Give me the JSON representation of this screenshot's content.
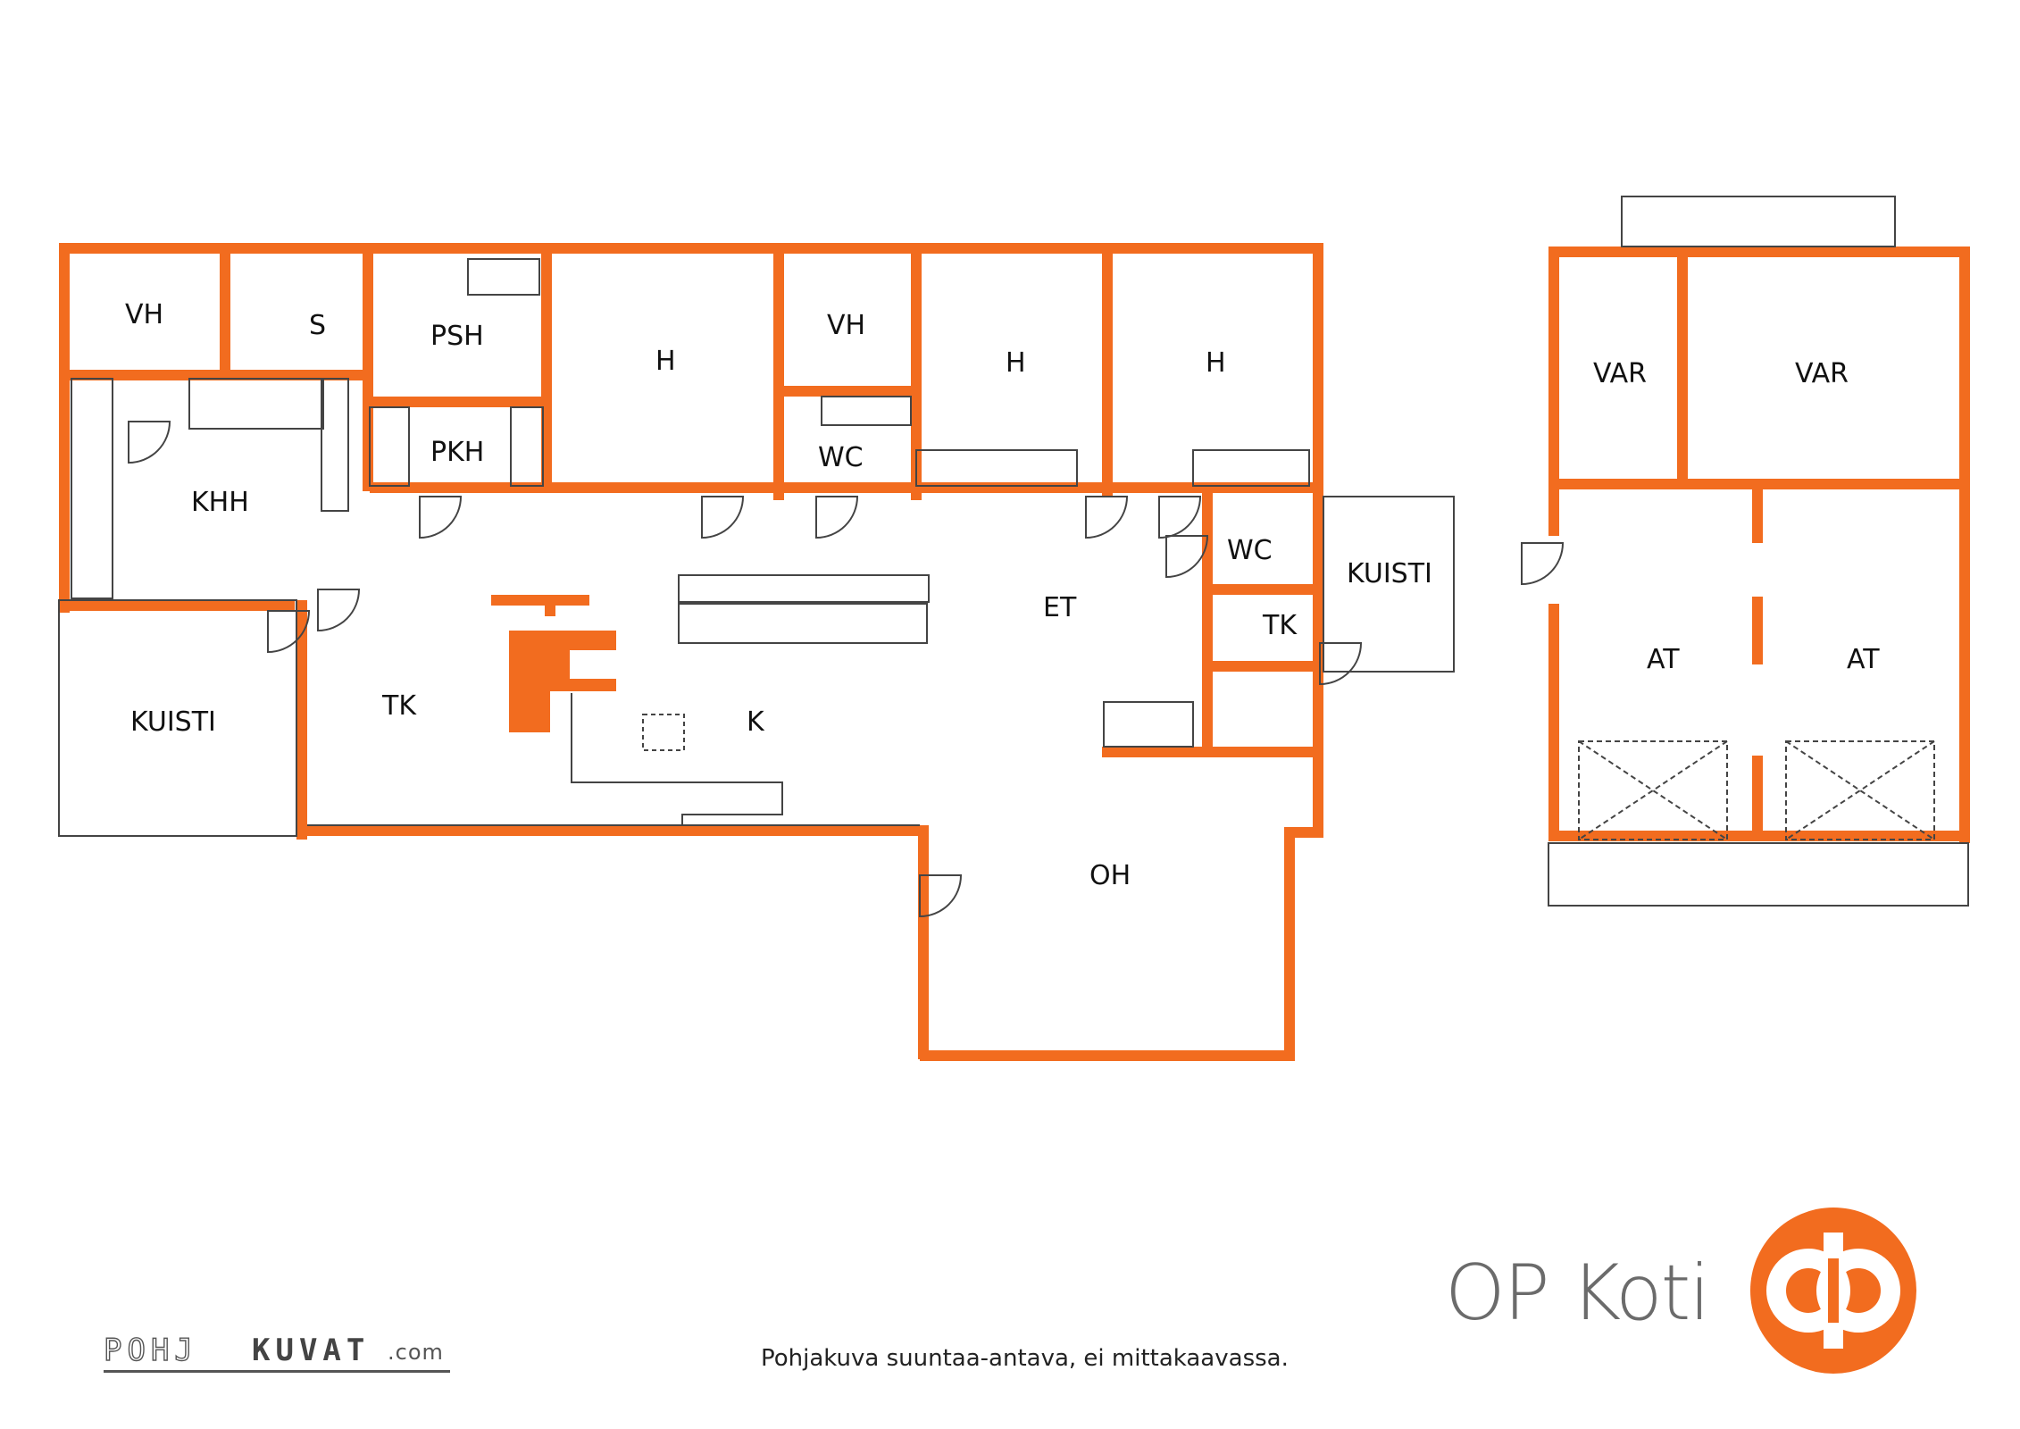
{
  "colors": {
    "wall": "#f26c1f",
    "line": "#444444",
    "brand_gray": "#6b6b6b",
    "background": "#ffffff"
  },
  "rooms": [
    {
      "id": "vh-1",
      "label": "VH"
    },
    {
      "id": "s",
      "label": "S"
    },
    {
      "id": "psh",
      "label": "PSH"
    },
    {
      "id": "h-1",
      "label": "H"
    },
    {
      "id": "vh-2",
      "label": "VH"
    },
    {
      "id": "h-2",
      "label": "H"
    },
    {
      "id": "h-3",
      "label": "H"
    },
    {
      "id": "pkh",
      "label": "PKH"
    },
    {
      "id": "wc-1",
      "label": "WC"
    },
    {
      "id": "khh",
      "label": "KHH"
    },
    {
      "id": "wc-2",
      "label": "WC"
    },
    {
      "id": "kuisti-1",
      "label": "KUISTI"
    },
    {
      "id": "et",
      "label": "ET"
    },
    {
      "id": "tk-1",
      "label": "TK"
    },
    {
      "id": "kuisti-2",
      "label": "KUISTI"
    },
    {
      "id": "tk-2",
      "label": "TK"
    },
    {
      "id": "k",
      "label": "K"
    },
    {
      "id": "oh",
      "label": "OH"
    },
    {
      "id": "var-1",
      "label": "VAR"
    },
    {
      "id": "var-2",
      "label": "VAR"
    },
    {
      "id": "at-1",
      "label": "AT"
    },
    {
      "id": "at-2",
      "label": "AT"
    }
  ],
  "footer": {
    "note": "Pohjakuva suuntaa-antava, ei mittakaavassa.",
    "pk_logo_part1": "POHJ",
    "pk_logo_part2": "KUVAT",
    "pk_logo_part3": ".com",
    "brand_text": "OP Koti"
  },
  "icons": {
    "op_logo": "op-logo-icon",
    "pohjakuvat_logo": "pohjakuvat-logo-icon"
  }
}
